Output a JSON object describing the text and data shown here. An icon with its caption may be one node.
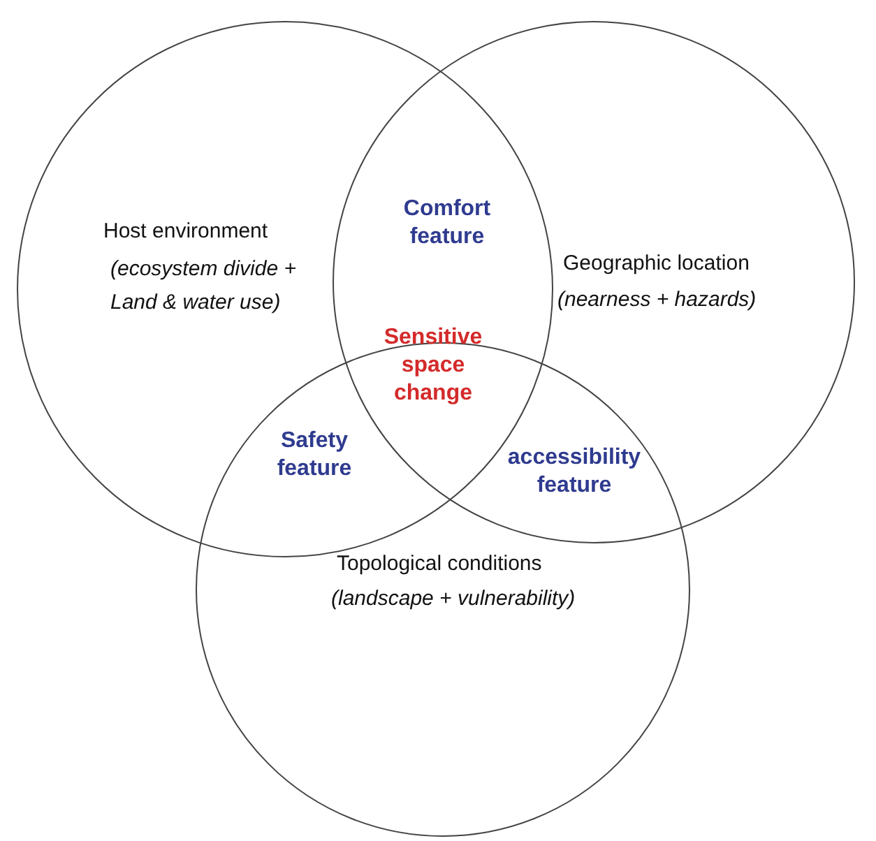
{
  "diagram": {
    "nodes": [
      {
        "text": [
          "Host environment",
          "(ecosystem divide + Land & water use)"
        ]
      },
      {
        "text": [
          "Geographic location",
          "(nearness + hazards)"
        ]
      },
      {
        "text": [
          "Topological conditions",
          "(landscape + vulnerability)"
        ]
      }
    ],
    "labels": [
      "Comfort feature",
      "Sensitive space change",
      "Safety feature",
      "accessibility feature"
    ]
  }
}
